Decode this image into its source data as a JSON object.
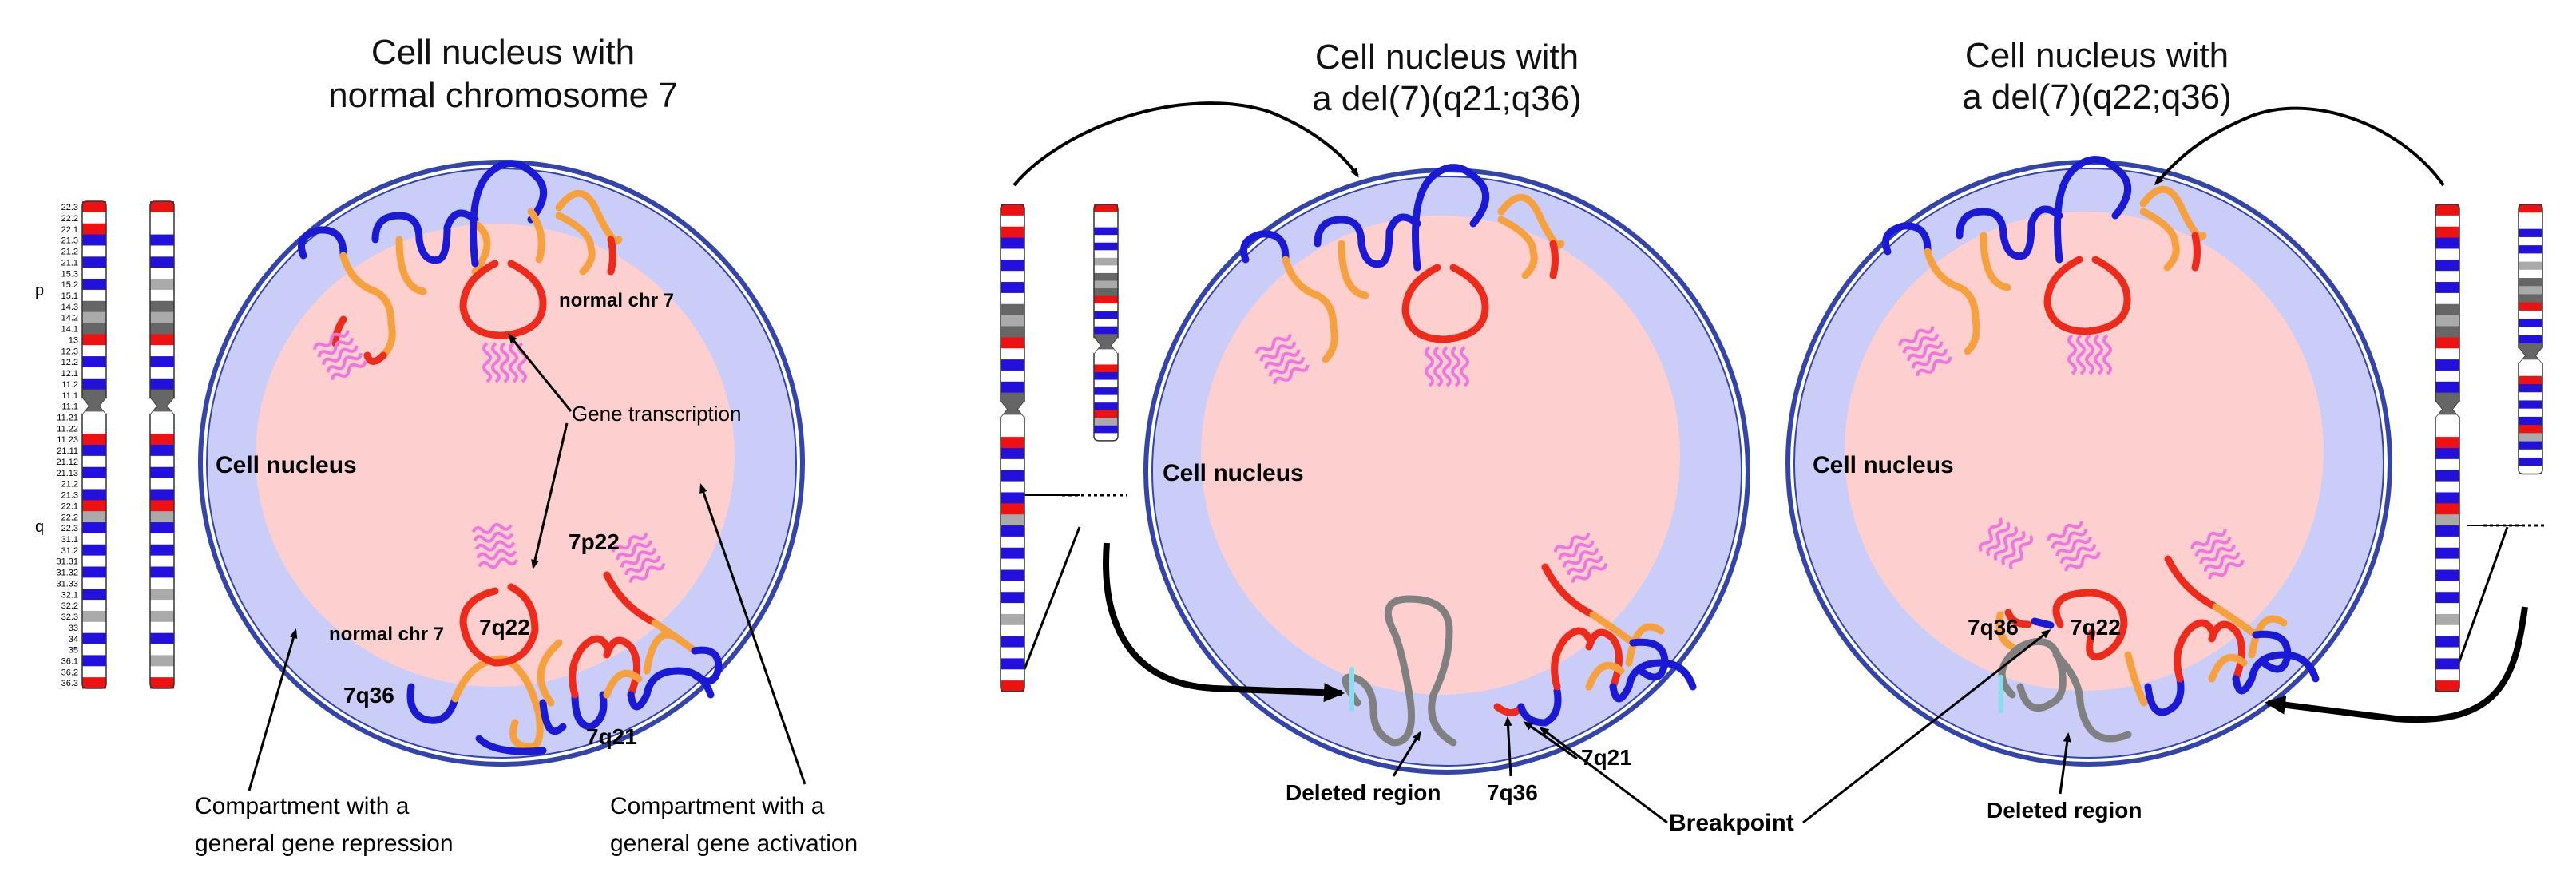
{
  "panels": [
    {
      "title_line1": "Cell nucleus with",
      "title_line2": "normal chromosome 7",
      "nucleus_label": "Cell nucleus",
      "labels": {
        "normal_chr_top": "normal chr 7",
        "gene_transcription": "Gene transcription",
        "p22": "7p22",
        "q22": "7q22",
        "normal_chr_bottom": "normal chr 7",
        "q36": "7q36",
        "q21": "7q21"
      },
      "captions": {
        "repression_line1": "Compartment with a",
        "repression_line2": "general gene repression",
        "activation_line1": "Compartment with a",
        "activation_line2": "general gene activation"
      }
    },
    {
      "title_line1": "Cell nucleus with",
      "title_line2": "a del(7)(q21;q36)",
      "nucleus_label": "Cell nucleus",
      "labels": {
        "deleted_region": "Deleted region",
        "q36": "7q36",
        "q21": "7q21"
      }
    },
    {
      "title_line1": "Cell nucleus with",
      "title_line2": "a del(7)(q22;q36)",
      "nucleus_label": "Cell nucleus",
      "labels": {
        "q36": "7q36",
        "q22": "7q22",
        "deleted_region": "Deleted region"
      }
    }
  ],
  "shared": {
    "breakpoint": "Breakpoint"
  },
  "ideogram": {
    "p_arm": "p",
    "q_arm": "q",
    "bands": [
      "22.3",
      "22.2",
      "22.1",
      "21.3",
      "21.2",
      "21.1",
      "15.3",
      "15.2",
      "15.1",
      "14.3",
      "14.2",
      "14.1",
      "13",
      "12.3",
      "12.2",
      "12.1",
      "11.2",
      "11.1",
      "11.1",
      "11.21",
      "11.22",
      "11.23",
      "21.11",
      "21.12",
      "21.13",
      "21.2",
      "21.3",
      "22.1",
      "22.2",
      "22.3",
      "31.1",
      "31.2",
      "31.31",
      "31.32",
      "31.33",
      "32.1",
      "32.2",
      "32.3",
      "33",
      "34",
      "35",
      "36.1",
      "36.2",
      "36.3"
    ]
  },
  "colors": {
    "nucleus_outer": "#c9cdf7",
    "nucleus_inner": "#fdcfcf",
    "nucleus_border": "#3344aa",
    "chromatin_red": "#ee2a1a",
    "chromatin_orange": "#f6a13d",
    "chromatin_blue": "#1a1ad6",
    "transcript_pink": "#ee77dd",
    "deleted_gray": "#808080",
    "deleted_cyan": "#88ddee"
  }
}
